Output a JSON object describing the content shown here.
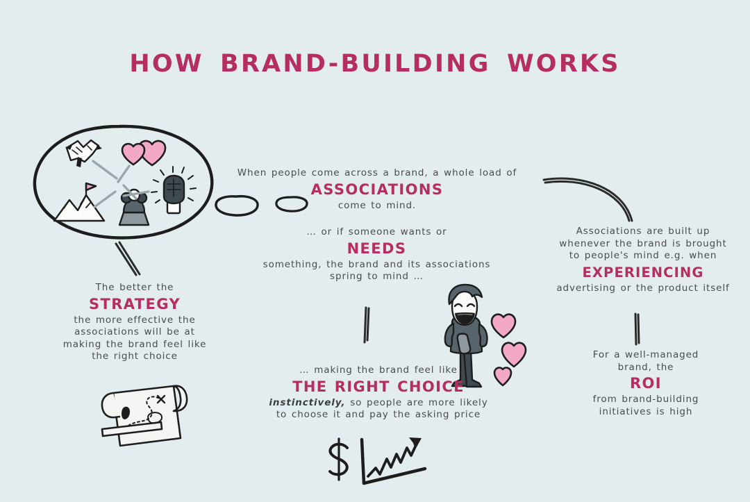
{
  "page": {
    "title": "HOW BRAND-BUILDING WORKS",
    "background_color": "#e3edf0",
    "accent_color": "#b52e5f",
    "body_text_color": "#4b4b4b",
    "heart_color": "#f3a8c6",
    "ink_color": "#1d1d1d"
  },
  "blocks": {
    "center_top": {
      "line1": "When people come across a brand, a whole load of",
      "highlight": "ASSOCIATIONS",
      "line2": "come to mind."
    },
    "center_mid": {
      "line1": "… or if someone wants or",
      "highlight": "NEEDS",
      "line2": "something, the brand and its associations",
      "line3": "spring to mind …"
    },
    "left": {
      "line1": "The better the",
      "highlight": "STRATEGY",
      "line2": "the more effective the",
      "line3": "associations will be at",
      "line4": "making the brand feel like",
      "line5": "the right choice"
    },
    "right_top": {
      "line1": "Associations are built up",
      "line2": "whenever the brand is brought",
      "line3": "to people's mind e.g. when",
      "highlight": "EXPERIENCING",
      "line4": "advertising or the product itself"
    },
    "right_bottom": {
      "line1": "For a well-managed",
      "line2": "brand, the",
      "highlight": "ROI",
      "line3": "from brand-building",
      "line4": "initiatives is high"
    },
    "center_bottom": {
      "line1": "… making the brand feel like",
      "highlight": "THE RIGHT CHOICE",
      "emphasis": "instinctively,",
      "line2": " so people are more likely",
      "line3": "to choose it and pay the asking price"
    }
  },
  "illustrations": {
    "mind_ellipse": "large hand-drawn ellipse representing a person's mind",
    "icons_in_mind": [
      "eagle-icon",
      "hearts-icon",
      "mountain-flag-icon",
      "people-group-icon",
      "raised-fist-icon"
    ],
    "thought_bubbles": 2,
    "treasure_map_scroll": "rolled scroll map with dotted path and X mark",
    "happy_person": "smiling person holding a product with floating hearts",
    "growth_chart": "dollar sign beside an upward zigzag arrow line chart"
  },
  "connectors": {
    "left_diagonal": "line from mind ellipse to STRATEGY text",
    "top_right_arc": "curved arc from center text to EXPERIENCING text",
    "center_vertical": "vertical line from NEEDS block to THE RIGHT CHOICE block",
    "right_vertical": "vertical line from EXPERIENCING block to ROI block"
  }
}
